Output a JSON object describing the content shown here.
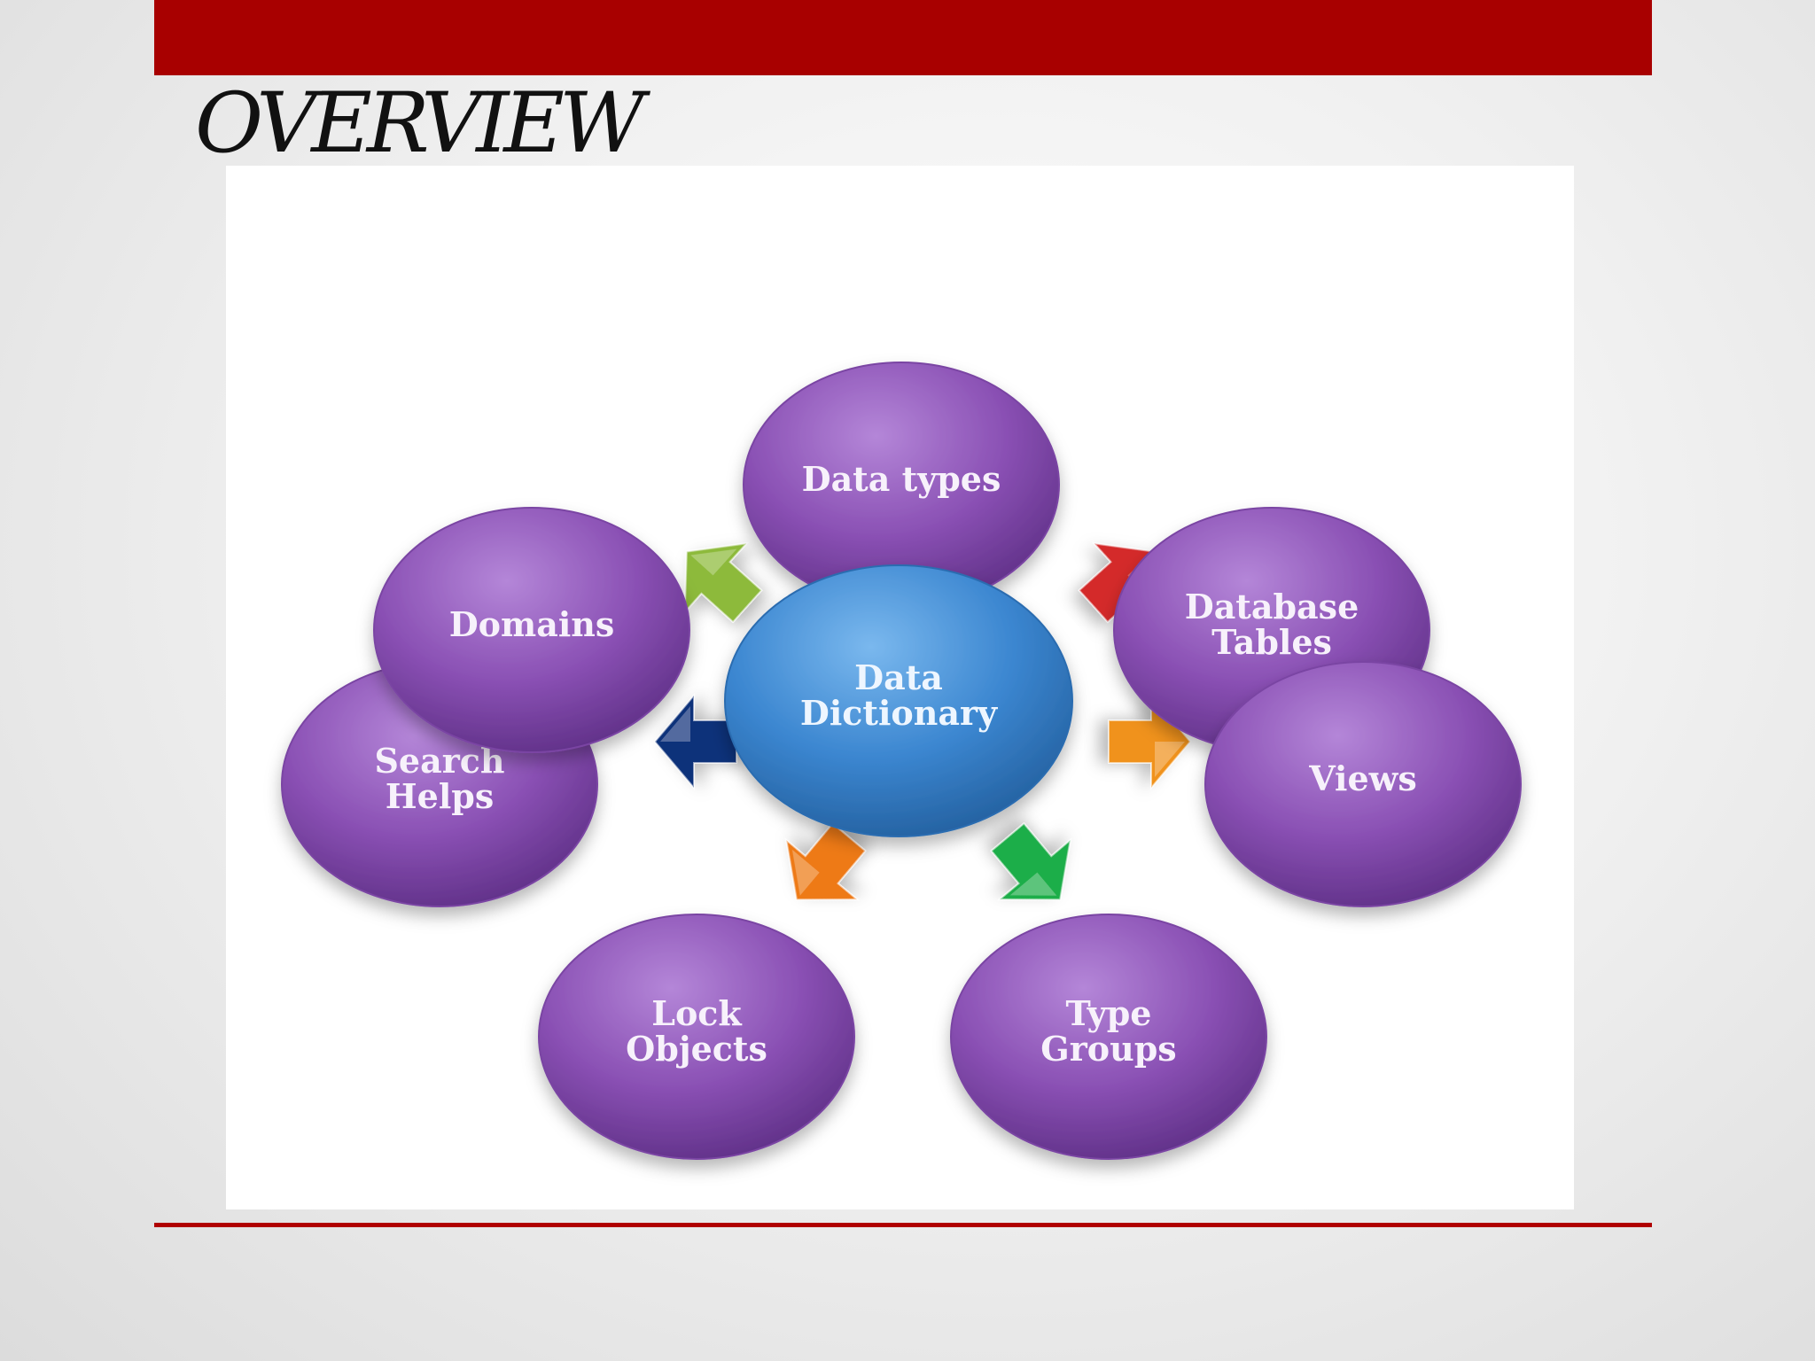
{
  "slide": {
    "title": "OVERVIEW",
    "accent_color": "#a80000"
  },
  "diagram": {
    "type": "radial-hub",
    "center": {
      "lines": [
        "Data",
        "Dictionary"
      ],
      "color": "#3b86d0"
    },
    "node_color": "#8a50b4",
    "nodes": [
      {
        "id": "data-types",
        "lines": [
          "Data types"
        ],
        "arrow_color": "#2fb0d6"
      },
      {
        "id": "database-tables",
        "lines": [
          "Database",
          "Tables"
        ],
        "arrow_color": "#d42a2a"
      },
      {
        "id": "views",
        "lines": [
          "Views"
        ],
        "arrow_color": "#f0921c"
      },
      {
        "id": "type-groups",
        "lines": [
          "Type",
          "Groups"
        ],
        "arrow_color": "#1fae4a"
      },
      {
        "id": "lock-objects",
        "lines": [
          "Lock",
          "Objects"
        ],
        "arrow_color": "#ee7a14"
      },
      {
        "id": "search-helps",
        "lines": [
          "Search",
          "Helps"
        ],
        "arrow_color": "#10327a"
      },
      {
        "id": "domains",
        "lines": [
          "Domains"
        ],
        "arrow_color": "#8dba3a"
      }
    ]
  }
}
